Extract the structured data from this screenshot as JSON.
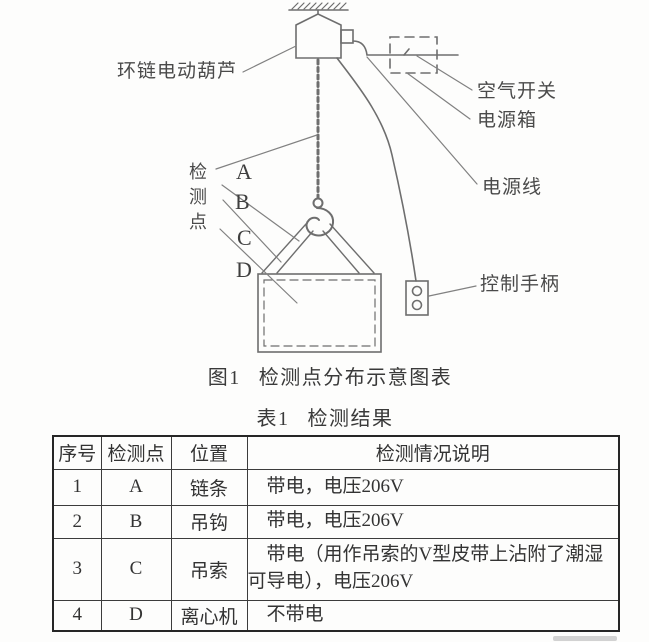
{
  "figure": {
    "labels": {
      "hoist": "环链电动葫芦",
      "air_switch": "空气开关",
      "power_box": "电源箱",
      "power_line": "电源线",
      "control_handle": "控制手柄",
      "detection_points": "检测点",
      "point_a": "A",
      "point_b": "B",
      "point_c": "C",
      "point_d": "D"
    },
    "caption_prefix": "图1",
    "caption_text": "检测点分布示意图表"
  },
  "table": {
    "title_prefix": "表1",
    "title_text": "检测结果",
    "headers": [
      "序号",
      "检测点",
      "位置",
      "检测情况说明"
    ],
    "rows": [
      {
        "no": "1",
        "point": "A",
        "location": "链条",
        "description": "带电，电压206V"
      },
      {
        "no": "2",
        "point": "B",
        "location": "吊钩",
        "description": "带电，电压206V"
      },
      {
        "no": "3",
        "point": "C",
        "location": "吊索",
        "description": "带电（用作吊索的V型皮带上沾附了潮湿可导电），电压206V"
      },
      {
        "no": "4",
        "point": "D",
        "location": "离心机",
        "description": "不带电"
      }
    ]
  },
  "colors": {
    "diagram_stroke": "#6e6e6e",
    "leader_stroke": "#818181",
    "table_border": "#2f2f2f",
    "text": "#3a3a3a",
    "background": "#fdfdfc"
  }
}
